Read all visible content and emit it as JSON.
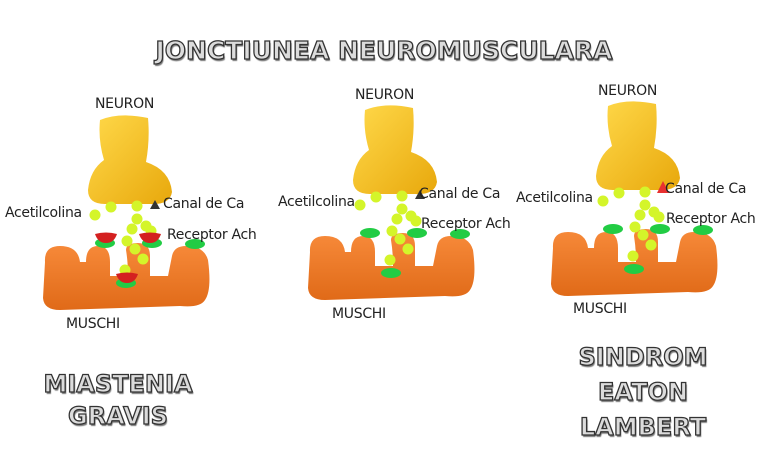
{
  "title": "JONCTIUNEA NEUROMUSCULARA",
  "panels": [
    {
      "neuron": "NEURON",
      "canal": "Canal de Ca",
      "acetil": "Acetilcolina",
      "receptor": "Receptor Ach",
      "muschi": "MUSCHI",
      "caption": [
        "MIASTENIA",
        "GRAVIS"
      ]
    },
    {
      "neuron": "NEURON",
      "canal": "Canal de Ca",
      "acetil": "Acetilcolina",
      "receptor": "Receptor Ach",
      "muschi": "MUSCHI",
      "caption": []
    },
    {
      "neuron": "NEURON",
      "canal": "Canal de Ca",
      "acetil": "Acetilcolina",
      "receptor": "Receptor Ach",
      "muschi": "MUSCHI",
      "caption": [
        "SINDROM",
        "EATON",
        "LAMBERT"
      ]
    }
  ],
  "colors": {
    "neuron": "#f5c21b",
    "muscle": "#f07b28",
    "acetylcholine": "#d4f52a",
    "receptor": "#22cc44",
    "blocker": "#d42020",
    "canal_normal": "#333333",
    "canal_blocked": "#e83030"
  }
}
